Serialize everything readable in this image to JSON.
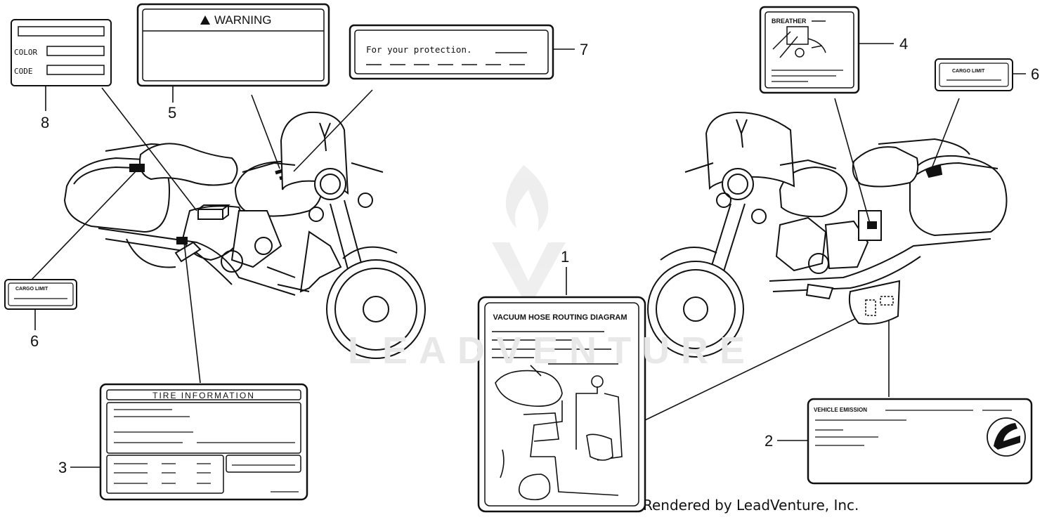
{
  "callouts": {
    "n1": "1",
    "n2": "2",
    "n3": "3",
    "n4": "4",
    "n5": "5",
    "n6a": "6",
    "n6b": "6",
    "n7": "7",
    "n8": "8"
  },
  "labels": {
    "warning": "WARNING",
    "protection": "For your protection.",
    "color": "COLOR",
    "code": "CODE",
    "breather": "BREATHER",
    "cargo_limit": "CARGO LIMIT",
    "tire_information": "TIRE INFORMATION",
    "vacuum": "VACUUM HOSE ROUTING DIAGRAM",
    "vehicle_emission": "VEHICLE EMISSION"
  },
  "watermark": "LEADVENTURE",
  "footer": "Rendered by LeadVenture, Inc.",
  "colors": {
    "ink": "#111111",
    "watermark": "#e6e6e6"
  }
}
